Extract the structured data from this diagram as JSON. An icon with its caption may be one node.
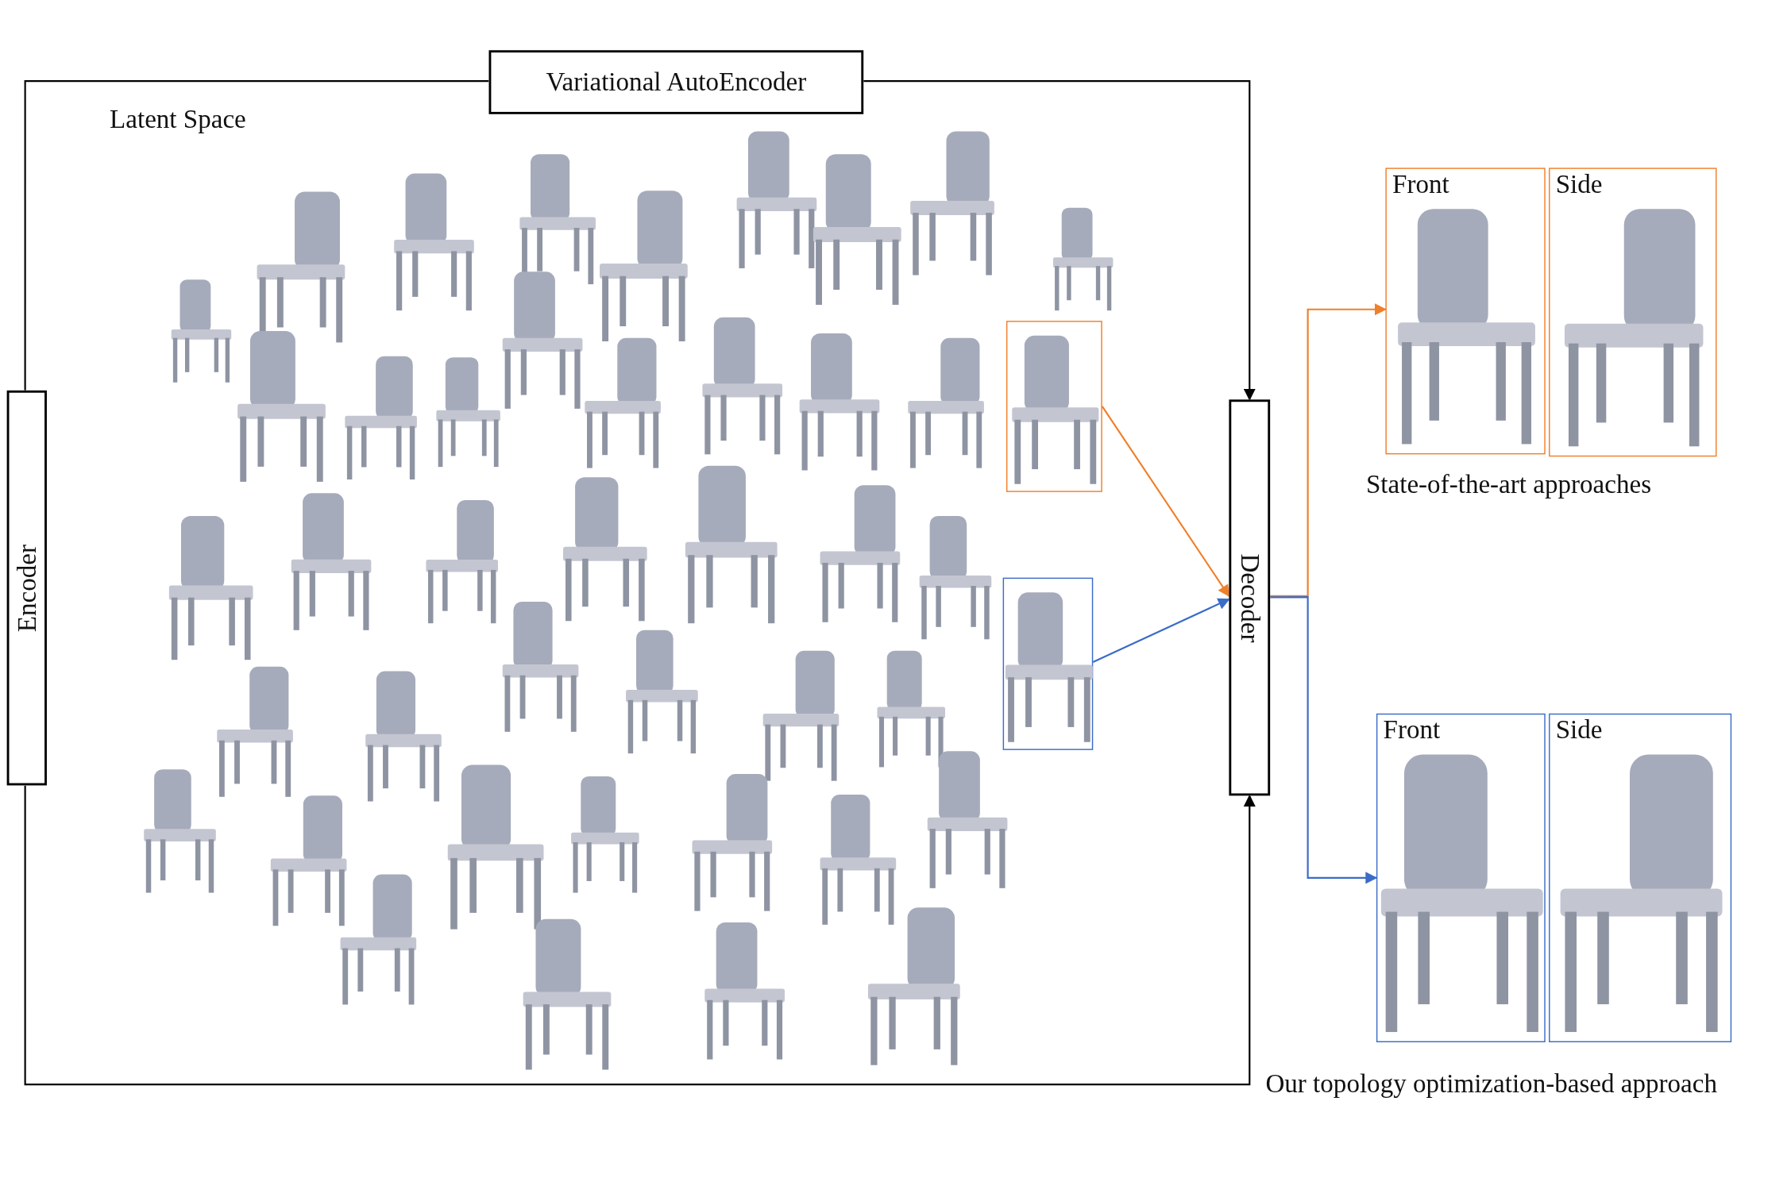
{
  "diagram": {
    "nodes": [
      {
        "text": [
          "Encoder"
        ]
      },
      {
        "text": [
          "Variational AutoEncoder"
        ]
      },
      {
        "text": [
          "Decoder"
        ]
      },
      {
        "text": [],
        "shape": "picture"
      },
      {
        "text": [],
        "shape": "picture"
      },
      {
        "text": [
          "Front"
        ]
      },
      {
        "text": [
          "Side"
        ]
      },
      {
        "text": [
          "Front"
        ]
      },
      {
        "text": [
          "Side"
        ]
      }
    ],
    "edges": [
      {
        "from": 0,
        "to": 1,
        "arrow": "none"
      },
      {
        "from": 1,
        "to": 2,
        "arrow": "to"
      },
      {
        "from": 0,
        "to": 2,
        "arrow": "to"
      },
      {
        "from": 3,
        "to": 2,
        "arrow": "to",
        "color": "#f07f2a"
      },
      {
        "from": 4,
        "to": 2,
        "arrow": "to",
        "color": "#3a6cc8"
      },
      {
        "from": 2,
        "to": 5,
        "arrow": "to",
        "color": "#f07f2a"
      },
      {
        "from": 2,
        "to": 7,
        "arrow": "to",
        "color": "#3a6cc8"
      }
    ],
    "labels": [
      "Latent Space",
      "State-of-the-art approaches",
      "Our topology optimization-based approach"
    ]
  }
}
